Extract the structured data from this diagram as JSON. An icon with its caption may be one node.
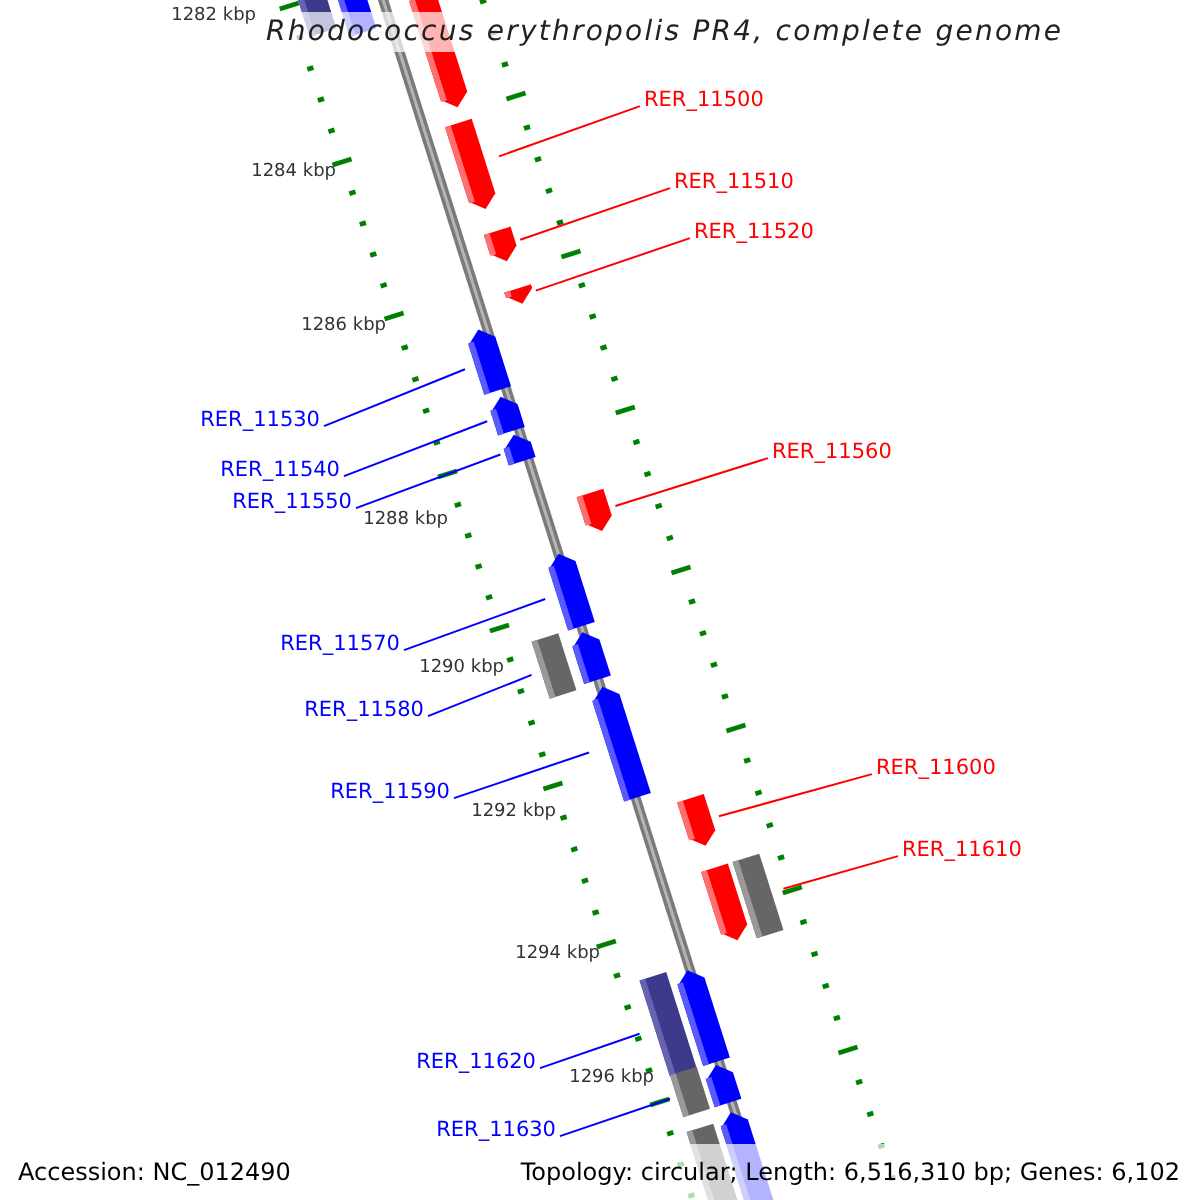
{
  "diagram": {
    "title": "Rhodococcus erythropolis PR4, complete genome",
    "nodes": [
      {
        "text": [
          "RER_11500"
        ]
      },
      {
        "text": [
          "RER_11510"
        ]
      },
      {
        "text": [
          "RER_11520"
        ]
      },
      {
        "text": [
          "RER_11530"
        ]
      },
      {
        "text": [
          "RER_11540"
        ]
      },
      {
        "text": [
          "RER_11550"
        ]
      },
      {
        "text": [
          "RER_11560"
        ]
      },
      {
        "text": [
          "RER_11570"
        ]
      },
      {
        "text": [
          "RER_11580"
        ]
      },
      {
        "text": [
          "RER_11590"
        ]
      },
      {
        "text": [
          "RER_11600"
        ]
      },
      {
        "text": [
          "RER_11610"
        ]
      },
      {
        "text": [
          "RER_11620"
        ]
      },
      {
        "text": [
          "RER_11630"
        ]
      },
      {
        "text": [],
        "shape": "bar"
      },
      {
        "text": [],
        "shape": "arrow"
      },
      {
        "text": [],
        "shape": "arrow"
      },
      {
        "text": [],
        "shape": "arrow"
      },
      {
        "text": [],
        "shape": "arrow"
      },
      {
        "text": [],
        "shape": "arrow"
      },
      {
        "text": [],
        "shape": "arrow"
      },
      {
        "text": [],
        "shape": "arrow"
      },
      {
        "text": [],
        "shape": "arrow"
      },
      {
        "text": [],
        "shape": "arrow"
      },
      {
        "text": [],
        "shape": "arrow"
      },
      {
        "text": [],
        "shape": "bar"
      },
      {
        "text": [],
        "shape": "arrow"
      },
      {
        "text": [],
        "shape": "arrow"
      },
      {
        "text": [],
        "shape": "arrow"
      },
      {
        "text": [],
        "shape": "arrow"
      },
      {
        "text": [],
        "shape": "bar"
      },
      {
        "text": [],
        "shape": "bar"
      },
      {
        "text": [],
        "shape": "arrow"
      },
      {
        "text": [],
        "shape": "bar"
      },
      {
        "text": [],
        "shape": "arrow"
      },
      {
        "text": [],
        "shape": "bar"
      },
      {
        "text": [],
        "shape": "arrow"
      }
    ],
    "edges": [
      {
        "from": 0,
        "to": 17,
        "arrow": "none",
        "color": "#ff0000"
      },
      {
        "from": 1,
        "to": 18,
        "arrow": "none",
        "color": "#ff0000"
      },
      {
        "from": 2,
        "to": 19,
        "arrow": "none",
        "color": "#ff0000"
      },
      {
        "from": 3,
        "to": 20,
        "arrow": "none",
        "color": "#0000ff"
      },
      {
        "from": 4,
        "to": 21,
        "arrow": "none",
        "color": "#0000ff"
      },
      {
        "from": 5,
        "to": 22,
        "arrow": "none",
        "color": "#0000ff"
      },
      {
        "from": 6,
        "to": 23,
        "arrow": "none",
        "color": "#ff0000"
      },
      {
        "from": 7,
        "to": 24,
        "arrow": "none",
        "color": "#0000ff"
      },
      {
        "from": 8,
        "to": 25,
        "arrow": "none",
        "color": "#0000ff"
      },
      {
        "from": 9,
        "to": 27,
        "arrow": "none",
        "color": "#0000ff"
      },
      {
        "from": 10,
        "to": 28,
        "arrow": "none",
        "color": "#ff0000"
      },
      {
        "from": 11,
        "to": 30,
        "arrow": "none",
        "color": "#ff0000"
      },
      {
        "from": 12,
        "to": 31,
        "arrow": "none",
        "color": "#0000ff"
      },
      {
        "from": 13,
        "to": 33,
        "arrow": "none",
        "color": "#0000ff"
      }
    ],
    "labels": [
      "1282 kbp",
      "1284 kbp",
      "1286 kbp",
      "1288 kbp",
      "1290 kbp",
      "1292 kbp",
      "1294 kbp",
      "1296 kbp",
      "Accession: NC_012490",
      "Topology: circular; Length: 6,516,310 bp; Genes: 6,102"
    ]
  }
}
